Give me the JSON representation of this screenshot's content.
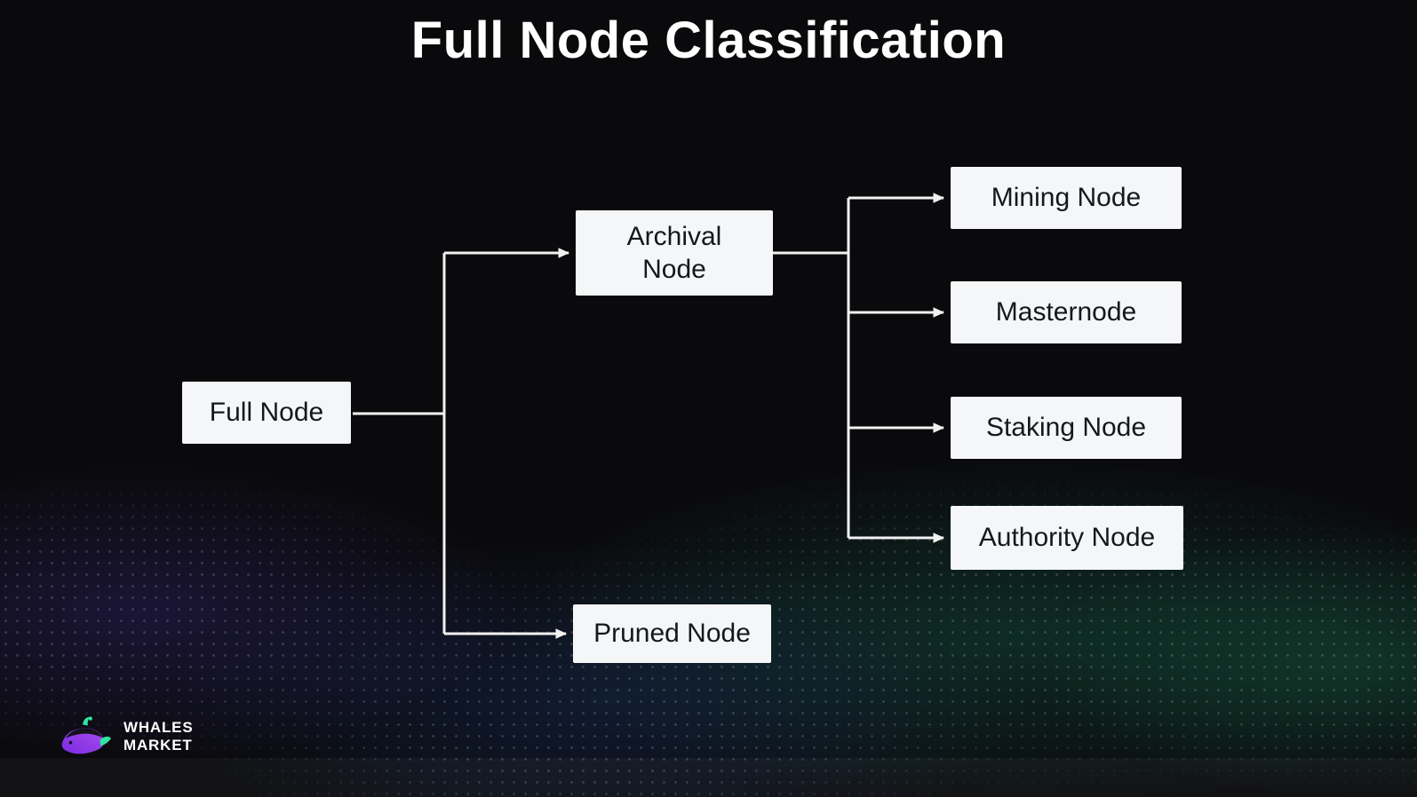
{
  "title": "Full Node Classification",
  "diagram": {
    "root": {
      "label": "Full Node"
    },
    "branches": [
      {
        "label": "Archival Node"
      },
      {
        "label": "Pruned Node"
      }
    ],
    "leaves": [
      {
        "label": "Mining Node"
      },
      {
        "label": "Masternode"
      },
      {
        "label": "Staking Node"
      },
      {
        "label": "Authority Node"
      }
    ]
  },
  "logo": {
    "line1": "WHALES",
    "line2": "MARKET"
  },
  "colors": {
    "background": "#0a0a0c",
    "box_background": "#f5f6f7",
    "box_text": "#14181d",
    "connector": "#f1f1f1",
    "title_text": "#ffffff",
    "accent_purple": "#8a2be2",
    "accent_green": "#2fe6a0"
  }
}
